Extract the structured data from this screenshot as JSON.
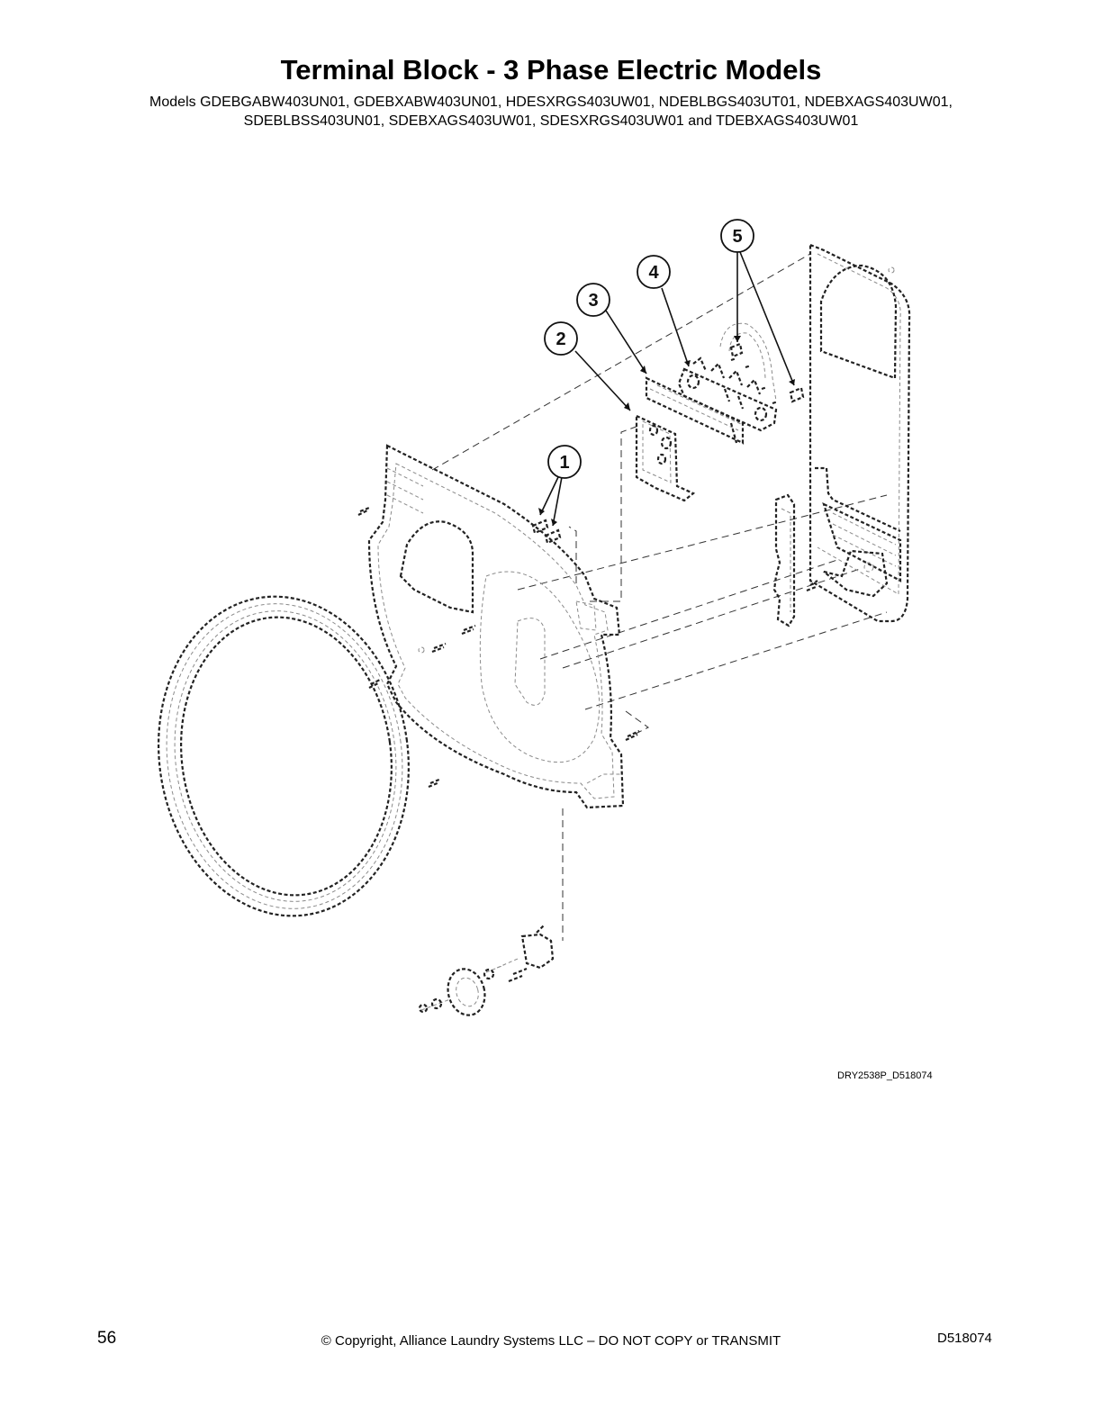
{
  "header": {
    "title": "Terminal Block - 3 Phase Electric Models",
    "models_line_1": "Models GDEBGABW403UN01, GDEBXABW403UN01, HDESXRGS403UW01, NDEBLBGS403UT01, NDEBXAGS403UW01,",
    "models_line_2": "SDEBLBSS403UN01, SDEBXAGS403UW01, SDESXRGS403UW01 and TDEBXAGS403UW01"
  },
  "diagram": {
    "figure_code": "DRY2538P_D518074",
    "callouts": [
      "1",
      "2",
      "3",
      "4",
      "5"
    ]
  },
  "footer": {
    "page_number": "56",
    "copyright": "© Copyright, Alliance Laundry Systems LLC – DO NOT COPY or TRANSMIT",
    "document_code": "D518074"
  }
}
